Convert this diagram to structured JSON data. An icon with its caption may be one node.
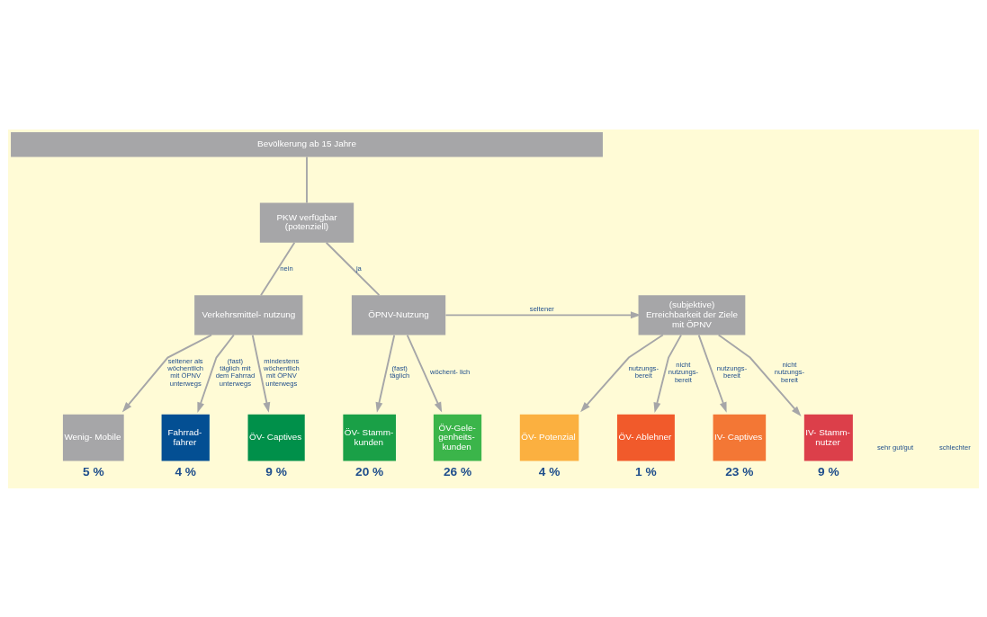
{
  "diagram": {
    "nodes": [
      {
        "text": [
          "Bevölkerung ab 15 Jahre"
        ]
      },
      {
        "text": [
          "PKW verfügbar (potenziell)"
        ]
      },
      {
        "text": [
          "Verkehrsmittel- nutzung"
        ]
      },
      {
        "text": [
          "ÖPNV-Nutzung"
        ]
      },
      {
        "text": [
          "(subjektive) Erreichbarkeit der Ziele mit ÖPNV"
        ]
      },
      {
        "text": [
          "Wenig- Mobile"
        ],
        "beside": [
          "5 %"
        ]
      },
      {
        "text": [
          "Fahrrad- fahrer"
        ],
        "beside": [
          "4 %"
        ]
      },
      {
        "text": [
          "ÖV- Captives"
        ],
        "beside": [
          "9 %"
        ]
      },
      {
        "text": [
          "ÖV- Stamm- kunden"
        ],
        "beside": [
          "20 %"
        ]
      },
      {
        "text": [
          "ÖV-Gele- genheits- kunden"
        ],
        "beside": [
          "26 %"
        ]
      },
      {
        "text": [
          "ÖV- Potenzial"
        ],
        "beside": [
          "4 %"
        ]
      },
      {
        "text": [
          "ÖV- Ablehner"
        ],
        "beside": [
          "1 %"
        ]
      },
      {
        "text": [
          "IV- Captives"
        ],
        "beside": [
          "23 %"
        ]
      },
      {
        "text": [
          "IV- Stamm- nutzer"
        ],
        "beside": [
          "9 %"
        ]
      }
    ],
    "edges": [
      {
        "from": 0,
        "to": 1,
        "arrow": "none"
      },
      {
        "from": 1,
        "to": 2,
        "arrow": "none",
        "label": "nein"
      },
      {
        "from": 1,
        "to": 3,
        "arrow": "none",
        "label": "ja"
      },
      {
        "from": 3,
        "to": 4,
        "arrow": "to",
        "label": "seltener"
      },
      {
        "from": 2,
        "to": 5,
        "arrow": "to",
        "label": "seltener als wöchentlich mit ÖPNV unterwegs"
      },
      {
        "from": 2,
        "to": 6,
        "arrow": "to",
        "label": "(fast) täglich mit dem Fahrrad unterwegs"
      },
      {
        "from": 2,
        "to": 7,
        "arrow": "to",
        "label": "mindestens wöchentlich mit ÖPNV unterwegs"
      },
      {
        "from": 3,
        "to": 8,
        "arrow": "to",
        "label": "(fast) täglich"
      },
      {
        "from": 3,
        "to": 9,
        "arrow": "to",
        "label": "wöchent- lich"
      },
      {
        "from": 4,
        "to": 10,
        "arrow": "to",
        "label": "nutzungs- bereit"
      },
      {
        "from": 4,
        "to": 11,
        "arrow": "to",
        "label": "nicht nutzungs- bereit"
      },
      {
        "from": 4,
        "to": 12,
        "arrow": "to",
        "label": "nutzungs- bereit"
      },
      {
        "from": 4,
        "to": 13,
        "arrow": "to",
        "label": "nicht nutzungs- bereit"
      }
    ],
    "labels": [
      "sehr gut/gut",
      "schlechter"
    ]
  }
}
